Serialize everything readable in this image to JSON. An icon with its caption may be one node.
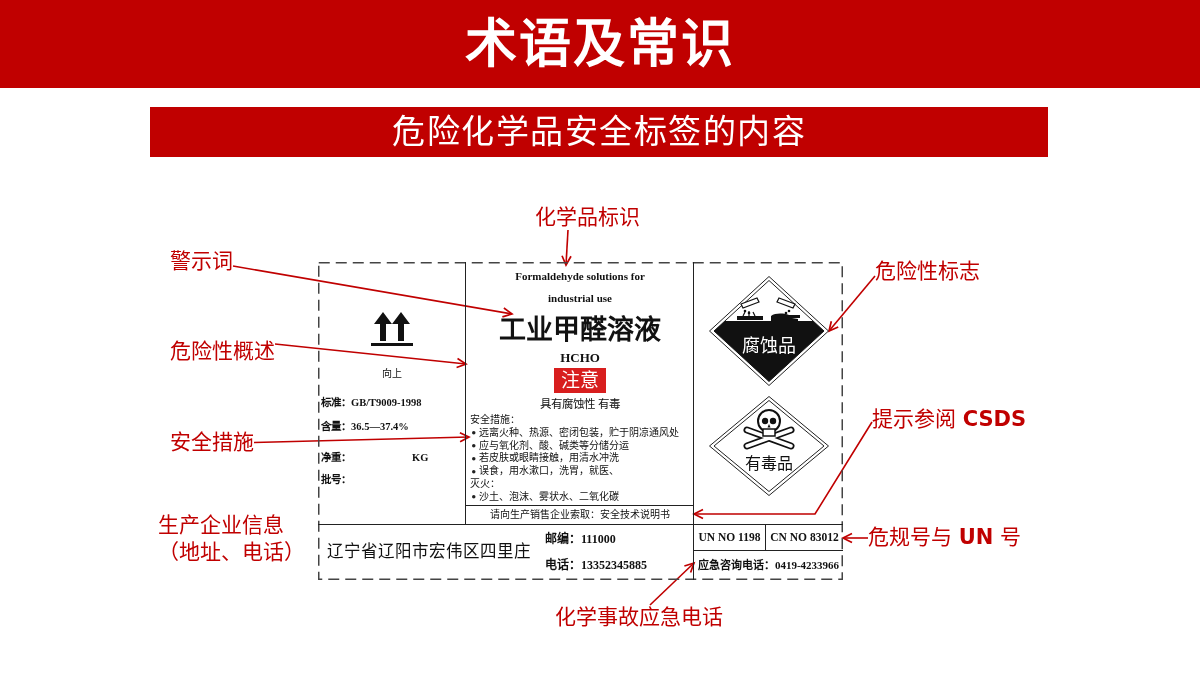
{
  "diagram": {
    "title": "术语及常识",
    "nodes": [
      {
        "text": [
          "危险化学品安全标签的内容"
        ]
      },
      {
        "text": [
          "化学品标识"
        ]
      },
      {
        "text": [
          "警示词"
        ]
      },
      {
        "text": [
          "危险性标志"
        ]
      },
      {
        "text": [
          "危险性概述"
        ]
      },
      {
        "text": [
          "提示参阅 **CSDS**"
        ]
      },
      {
        "text": [
          "安全措施"
        ]
      },
      {
        "text": [
          "危规号与 **UN** 号"
        ]
      },
      {
        "text": [
          "化学事故应急电话"
        ]
      },
      {
        "text": [],
        "shape": "box"
      },
      {
        "text": [
          "向上",
          "标准：GB/T9009-1998",
          "含量：36.5—37.4%",
          "净重：",
          "KG",
          "批号："
        ],
        "in": 9
      },
      {
        "text": [
          "HCHO",
          "具有腐蚀性 有毒"
        ],
        "in": 9
      },
      {
        "text": [
          "Formaldehyde solutions for industrial use"
        ],
        "in": 11
      },
      {
        "text": [
          "工业甲醛溶液"
        ],
        "in": 11
      },
      {
        "text": [
          "注意"
        ],
        "in": 11
      },
      {
        "text": [
          "安全措施：",
          "远离火种、热源、密闭包装，贮于阴凉通风处",
          "应与氧化剂、酸、碱类等分储分运",
          "若皮肤或眼睛接触，用清水冲洗",
          "误食，用水漱口，洗胃，就医、",
          "灭火：",
          "沙土、泡沫、雾状水、二氧化碳"
        ],
        "in": 11
      },
      {
        "text": [
          "请向生产销售企业索取：安全技术说明书"
        ],
        "in": 9
      },
      {
        "text": [],
        "shape": "box",
        "in": 9
      },
      {
        "text": [
          "腐蚀品"
        ],
        "in": 17
      },
      {
        "text": [
          "有毒品"
        ],
        "in": 17
      },
      {
        "text": [
          "辽宁省辽阳市宏伟区四里庄",
          "邮编：111000",
          "电话：13352345885"
        ],
        "in": 9
      },
      {
        "text": [
          "UN NO 1198"
        ],
        "in": 9
      },
      {
        "text": [
          "CN NO 83012"
        ],
        "in": 9
      },
      {
        "text": [
          "应急咨询电话：0419-4233966"
        ],
        "in": 9
      }
    ],
    "edges": [
      {
        "from": 1,
        "to": 12,
        "arrow": "to"
      },
      {
        "from": 2,
        "to": 13,
        "arrow": "to"
      },
      {
        "from": 3,
        "to": 18,
        "arrow": "to"
      },
      {
        "from": 4,
        "to": 11,
        "arrow": "to"
      },
      {
        "from": 5,
        "to": 16,
        "arrow": "to"
      },
      {
        "from": 6,
        "to": 15,
        "arrow": "to"
      },
      {
        "from": 7,
        "to": 22,
        "arrow": "to"
      },
      {
        "from": 8,
        "to": 23,
        "arrow": "to"
      }
    ],
    "labels": [
      "生产企业信息（地址、电话）"
    ]
  }
}
